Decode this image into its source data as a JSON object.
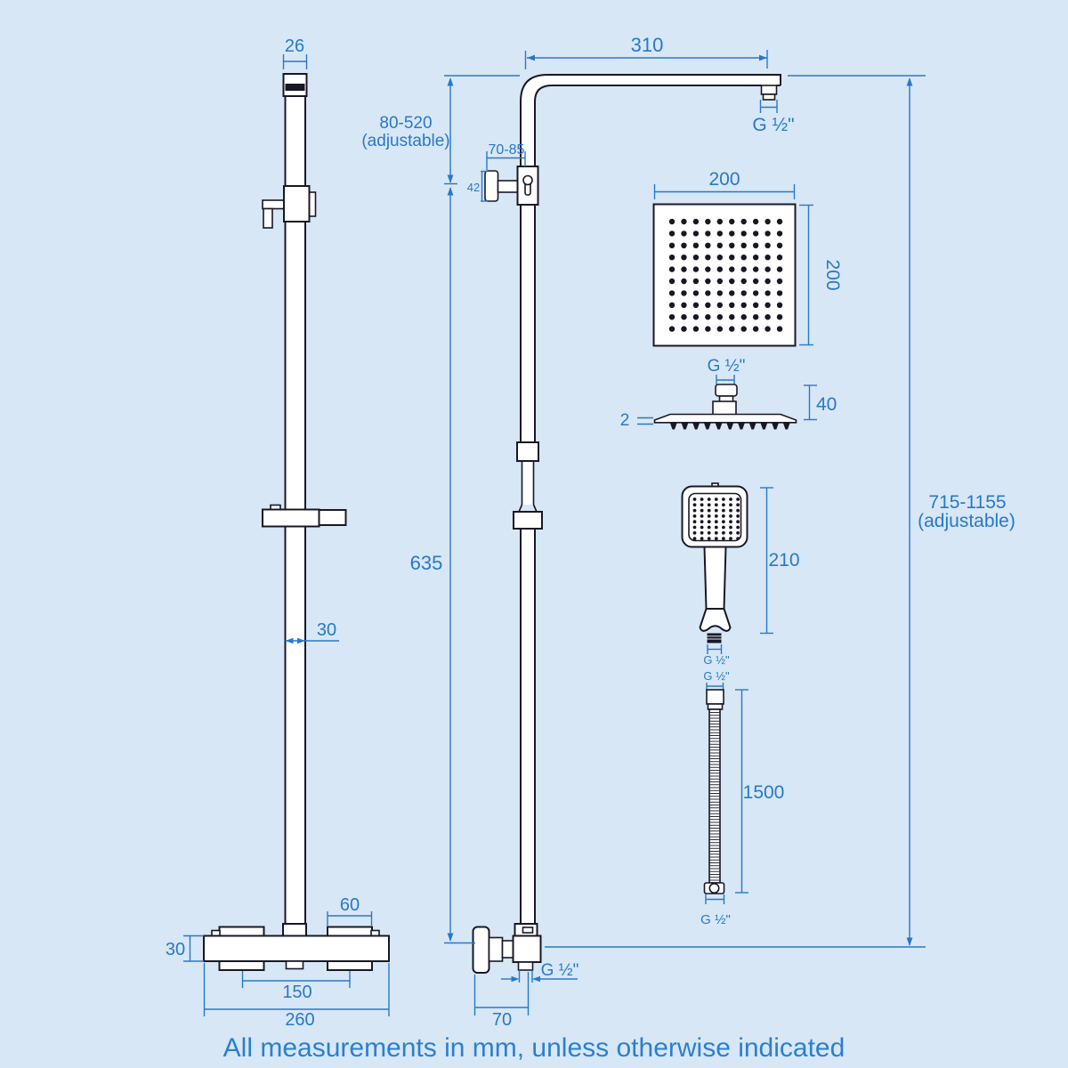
{
  "note": "All measurements in mm, unless otherwise indicated",
  "units": "mm",
  "colors": {
    "background": "#d7e7f5",
    "ink": "#181824",
    "dimension": "#2878ca"
  },
  "rail_front": {
    "cap_width": "26",
    "bar_width": "30",
    "valve_height": "30",
    "handle_width": "60",
    "handle_spacing": "150",
    "valve_width": "260"
  },
  "riser": {
    "arm_length": "310",
    "arm_thread": "G ½\"",
    "drop_range": "80-520",
    "drop_note": "(adjustable)",
    "bracket_range": "70-85",
    "bracket_knob": "42",
    "rail_length": "635",
    "height_range": "715-1155",
    "height_note": "(adjustable)",
    "outlet_thread": "G ½\"",
    "wall_offset": "70"
  },
  "head": {
    "width": "200",
    "height": "200",
    "thread": "G ½\"",
    "plate_thickness": "2",
    "depth": "40",
    "dot_rows": 10,
    "dot_cols": 10
  },
  "handset": {
    "length": "210",
    "thread": "G ½\"",
    "dot_rows": 8,
    "dot_cols": 7
  },
  "hose": {
    "top_thread": "G ½\"",
    "length": "1500",
    "bottom_thread": "G ½\""
  }
}
